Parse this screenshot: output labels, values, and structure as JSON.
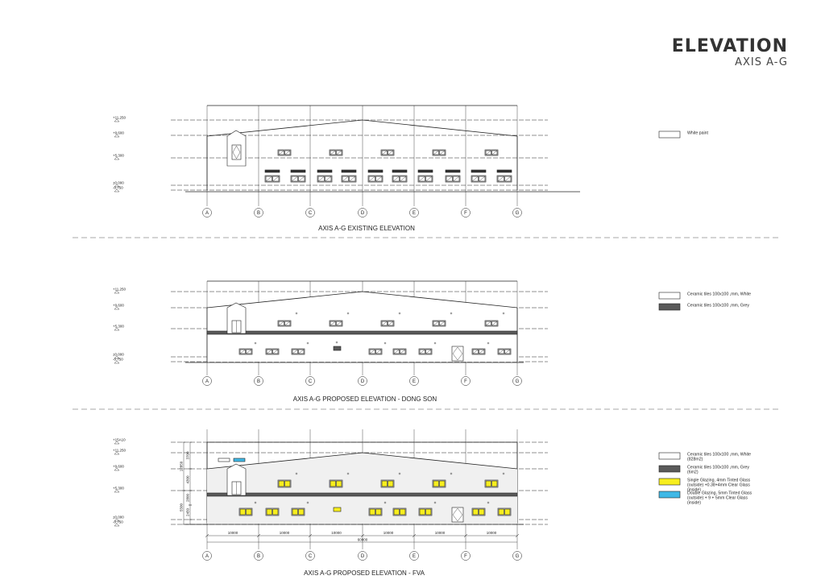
{
  "header": {
    "title": "ELEVATION",
    "subtitle": "AXIS A-G"
  },
  "axes": [
    "A",
    "B",
    "C",
    "D",
    "E",
    "F",
    "G"
  ],
  "levels": {
    "l1": "+11,250",
    "l2": "+9,600",
    "l3": "+5,300",
    "l4": "±0,000",
    "l5": "-0,750",
    "top": "+15A10"
  },
  "spans": [
    "10000",
    "10000",
    "10000",
    "10000",
    "10000",
    "10000"
  ],
  "total_span": "60000",
  "heights": [
    "3700",
    "4300",
    "2800",
    "2450",
    "5500",
    "12850"
  ],
  "elevations": [
    {
      "caption": "AXIS A-G EXISTING ELEVATION",
      "legend": [
        {
          "label": "White paint",
          "fill": "#ffffff"
        }
      ]
    },
    {
      "caption": "AXIS A-G PROPOSED ELEVATION - DONG SON",
      "legend": [
        {
          "label": "Ceramic tiles 100x100 ,mm, White",
          "fill": "#ffffff"
        },
        {
          "label": "Ceramic tiles 100x100 ,mm, Grey",
          "fill": "#5a5a5a"
        }
      ]
    },
    {
      "caption": "AXIS A-G PROPOSED ELEVATION - FVA",
      "legend": [
        {
          "label": "Ceramic tiles 100x100 ,mm, White (828m2)",
          "fill": "#ffffff"
        },
        {
          "label": "Ceramic tiles 100x100 ,mm, Grey (6m2)",
          "fill": "#5a5a5a"
        },
        {
          "label": "Single Glazing, 4mm Tinted Glass (outside) +0.38+4mm Clear Glass (inside)",
          "fill": "#f7ee1e"
        },
        {
          "label": "Double Glazing, 5mm Tinted Glass (outside) + 9 + 5mm Clear Glass (inside)",
          "fill": "#3fb8e6"
        }
      ]
    }
  ],
  "colors": {
    "line": "#222222",
    "grey": "#5a5a5a",
    "yellow": "#f7ee1e",
    "blue": "#3fb8e6",
    "wall": "#f0f0f0"
  }
}
